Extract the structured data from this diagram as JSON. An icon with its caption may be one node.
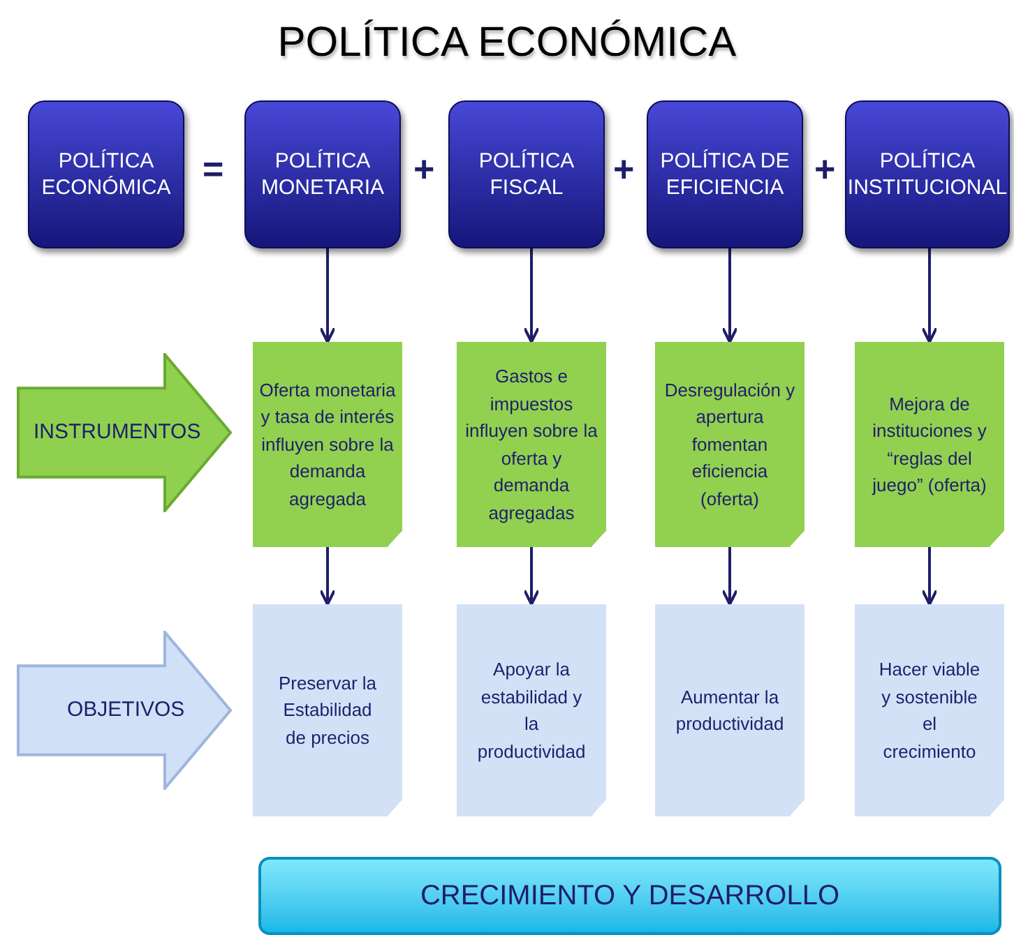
{
  "diagram": {
    "title": "POLÍTICA ECONÓMICA",
    "nodes": [
      {
        "text": [
          "POLÍTICA ECONÓMICA"
        ]
      },
      {
        "text": [
          "POLÍTICA MONETARIA"
        ]
      },
      {
        "text": [
          "POLÍTICA FISCAL"
        ]
      },
      {
        "text": [
          "POLÍTICA DE EFICIENCIA"
        ]
      },
      {
        "text": [
          "POLÍTICA INSTITUCIONAL"
        ]
      },
      {
        "text": [
          "INSTRUMENTOS"
        ]
      },
      {
        "text": [
          "Oferta monetaria y tasa de interés influyen sobre la demanda agregada"
        ]
      },
      {
        "text": [
          "Gastos e impuestos influyen sobre la oferta y demanda agregadas"
        ]
      },
      {
        "text": [
          "Desregulación y apertura fomentan eficiencia (oferta)"
        ]
      },
      {
        "text": [
          "Mejora de instituciones y “reglas del juego” (oferta)"
        ]
      },
      {
        "text": [
          "OBJETIVOS"
        ]
      },
      {
        "text": [
          "Preservar la Estabilidad de precios"
        ]
      },
      {
        "text": [
          "Apoyar la estabilidad y la productividad"
        ]
      },
      {
        "text": [
          "Aumentar la productividad"
        ]
      },
      {
        "text": [
          "Hacer viable y sostenible el crecimiento"
        ]
      },
      {
        "text": [
          "CRECIMIENTO Y DESARROLLO"
        ]
      }
    ],
    "edges": [
      {
        "from": 1,
        "to": 6,
        "arrow": "to"
      },
      {
        "from": 2,
        "to": 7,
        "arrow": "to"
      },
      {
        "from": 3,
        "to": 8,
        "arrow": "to"
      },
      {
        "from": 4,
        "to": 9,
        "arrow": "to"
      },
      {
        "from": 6,
        "to": 11,
        "arrow": "to"
      },
      {
        "from": 7,
        "to": 12,
        "arrow": "to"
      },
      {
        "from": 8,
        "to": 13,
        "arrow": "to"
      },
      {
        "from": 9,
        "to": 14,
        "arrow": "to"
      }
    ],
    "labels": [
      "=",
      "+",
      "+",
      "+"
    ]
  }
}
